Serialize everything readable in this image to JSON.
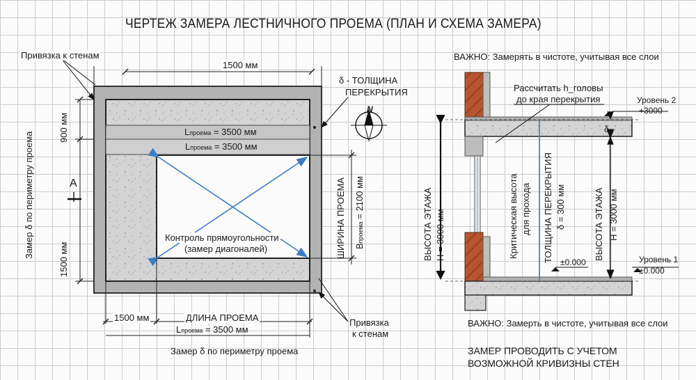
{
  "title": "ЧЕРТЕЖ ЗАМЕРА ЛЕСТНИЧНОГО ПРОЕМА (ПЛАН И СХЕМА ЗАМЕРА)",
  "plan": {
    "wall_ref_top": "Привязка к стенам",
    "dim_top": "1500 мм",
    "delta_thickness_1": "δ - ТОЛЩИНА",
    "delta_thickness_2": "ПЕРЕКРЫТИЯ",
    "dim_left_top": "900 мм",
    "dim_left_bottom": "1500 мм",
    "l_opening_1_main": "L",
    "l_opening_1_sub": "проема",
    "l_opening_1_val": " = 3500 мм",
    "l_opening_2_main": "L",
    "l_opening_2_sub": "проема",
    "l_opening_2_val": " = 3500 мм",
    "section_mark": "A",
    "left_perimeter": "Замер δ по периметру проема",
    "diag_1": "Контроль прямоугольности",
    "diag_2": "(замер диагоналей)",
    "width_label": "ШИРИНА ПРОЕМА",
    "b_main": "B",
    "b_sub": "проема",
    "b_val": " = 2100 мм",
    "dim_bottom_left": "1500 мм",
    "length_label": "ДЛИНА ПРОЕМА",
    "l_bottom_main": "L",
    "l_bottom_sub": "проема",
    "l_bottom_val": " = 3500 мм",
    "wall_ref_bottom_1": "Привязка",
    "wall_ref_bottom_2": "к стенам",
    "bottom_perimeter": "Замер δ по периметру проема",
    "north": "N"
  },
  "section": {
    "important_top": "ВАЖНО: Замерять в чистоте, учитывая все слои",
    "head_calc_1": "Рассчитать h_головы",
    "head_calc_2": "до края перекрытия",
    "level2_name": "Уровень 2",
    "level2_val": "+3000",
    "delta": "δ",
    "floor_height_left_1": "ВЫСОТА ЭТАЖА",
    "floor_height_left_2": "H = 3000 мм",
    "critical_1": "Критическая высота",
    "critical_2": "для прохода",
    "slab_1": "ТОЛЩИНА ПЕРЕКРЫТИЯ",
    "slab_2": "δ = 300 мм",
    "floor_height_right_1": "ВЫСОТА ЭТАЖА",
    "floor_height_right_2": "H = 3000 мм",
    "zero_mark": "±0.000",
    "level1_name": "Уровень 1",
    "level1_val": "±0.000",
    "important_bottom": "ВАЖНО: Замерть в чистоте, учитывая все слои",
    "note_1": "ЗАМЕР ПРОВОДИТЬ С УЧЕТОМ",
    "note_2": "ВОЗМОЖНОЙ КРИВИЗНЫ СТЕН"
  }
}
